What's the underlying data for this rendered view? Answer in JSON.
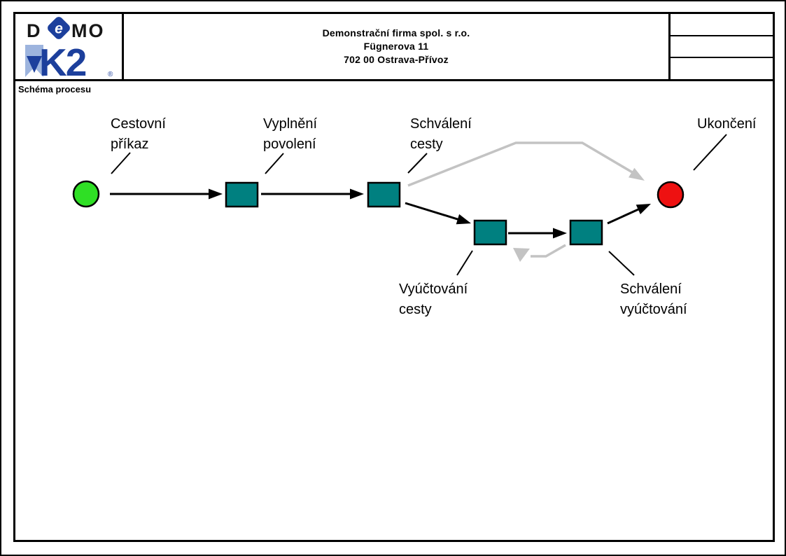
{
  "logo": {
    "d": "D",
    "e": "e",
    "mo": "MO",
    "k2": "K2",
    "registered": "®"
  },
  "header": {
    "company_lines": [
      "Demonstrační firma spol. s r.o.",
      "Fügnerova 11",
      "702 00 Ostrava-Přívoz"
    ],
    "info_rows": [
      "",
      "",
      ""
    ]
  },
  "section_title": "Schéma procesu",
  "colors": {
    "teal": "#008080",
    "start_green": "#2fdf25",
    "end_red": "#ee1111",
    "edge_gray": "#c3c3c3",
    "edge_black": "#000000",
    "logo_navy": "#1c3f9c",
    "logo_lightblue": "#9db4de"
  },
  "diagram": {
    "labels": {
      "cestovni_prikaz": "Cestovní\npříkaz",
      "vyplneni_povoleni": "Vyplnění\npovolení",
      "schvaleni_cesty": "Schválení\ncesty",
      "ukonceni": "Ukončení",
      "vyuctovani_cesty": "Vyúčtování\ncesty",
      "schvaleni_vyuctovani": "Schválení\nvyúčtování"
    },
    "nodes": [
      {
        "id": "start",
        "shape": "circle",
        "color": "start_green",
        "label": "Cestovní příkaz"
      },
      {
        "id": "vyplneni_povoleni",
        "shape": "rect",
        "color": "teal",
        "label": "Vyplnění povolení"
      },
      {
        "id": "schvaleni_cesty",
        "shape": "rect",
        "color": "teal",
        "label": "Schválení cesty"
      },
      {
        "id": "vyuctovani_cesty",
        "shape": "rect",
        "color": "teal",
        "label": "Vyúčtování cesty"
      },
      {
        "id": "schvaleni_vyuctovani",
        "shape": "rect",
        "color": "teal",
        "label": "Schválení vyúčtování"
      },
      {
        "id": "end",
        "shape": "circle",
        "color": "end_red",
        "label": "Ukončení"
      }
    ],
    "edges": [
      {
        "from": "start",
        "to": "vyplneni_povoleni",
        "color": "black"
      },
      {
        "from": "vyplneni_povoleni",
        "to": "schvaleni_cesty",
        "color": "black"
      },
      {
        "from": "schvaleni_cesty",
        "to": "end",
        "color": "gray"
      },
      {
        "from": "schvaleni_cesty",
        "to": "vyuctovani_cesty",
        "color": "black"
      },
      {
        "from": "vyuctovani_cesty",
        "to": "schvaleni_vyuctovani",
        "color": "black"
      },
      {
        "from": "schvaleni_vyuctovani",
        "to": "vyuctovani_cesty",
        "color": "gray"
      },
      {
        "from": "schvaleni_vyuctovani",
        "to": "end",
        "color": "black"
      }
    ]
  }
}
